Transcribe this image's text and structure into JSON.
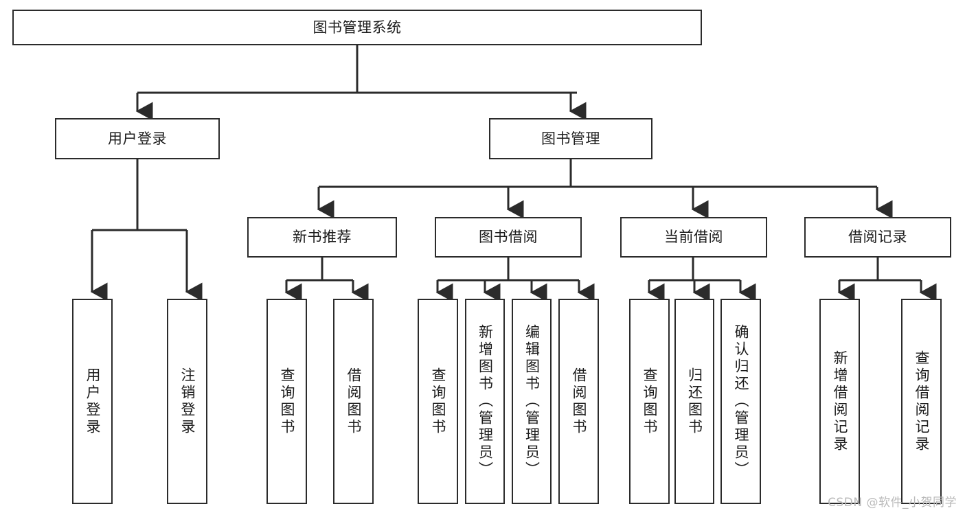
{
  "diagram": {
    "title": "图书管理系统",
    "type": "tree-hierarchy",
    "root": {
      "label": "图书管理系统"
    },
    "level2": [
      {
        "label": "用户登录"
      },
      {
        "label": "图书管理"
      }
    ],
    "level3": [
      {
        "label": "新书推荐"
      },
      {
        "label": "图书借阅"
      },
      {
        "label": "当前借阅"
      },
      {
        "label": "借阅记录"
      }
    ],
    "leaves": [
      {
        "label": "用户登录",
        "parent": "用户登录"
      },
      {
        "label": "注销登录",
        "parent": "用户登录"
      },
      {
        "label": "查询图书",
        "parent": "新书推荐"
      },
      {
        "label": "借阅图书",
        "parent": "新书推荐"
      },
      {
        "label": "查询图书",
        "parent": "图书借阅"
      },
      {
        "label": "新增图书（管理员）",
        "parent": "图书借阅"
      },
      {
        "label": "编辑图书（管理员）",
        "parent": "图书借阅"
      },
      {
        "label": "借阅图书",
        "parent": "图书借阅"
      },
      {
        "label": "查询图书",
        "parent": "当前借阅"
      },
      {
        "label": "归还图书",
        "parent": "当前借阅"
      },
      {
        "label": "确认归还（管理员）",
        "parent": "当前借阅"
      },
      {
        "label": "新增借阅记录",
        "parent": "借阅记录"
      },
      {
        "label": "查询借阅记录",
        "parent": "借阅记录"
      }
    ],
    "watermark": "CSDN @软件_小贺同学",
    "colors": {
      "box_border": "#2b2b2b",
      "box_fill": "#ffffff",
      "connector": "#2b2b2b",
      "text": "#1c1c1c",
      "watermark": "#b9b9b9",
      "background": "#ffffff"
    }
  }
}
